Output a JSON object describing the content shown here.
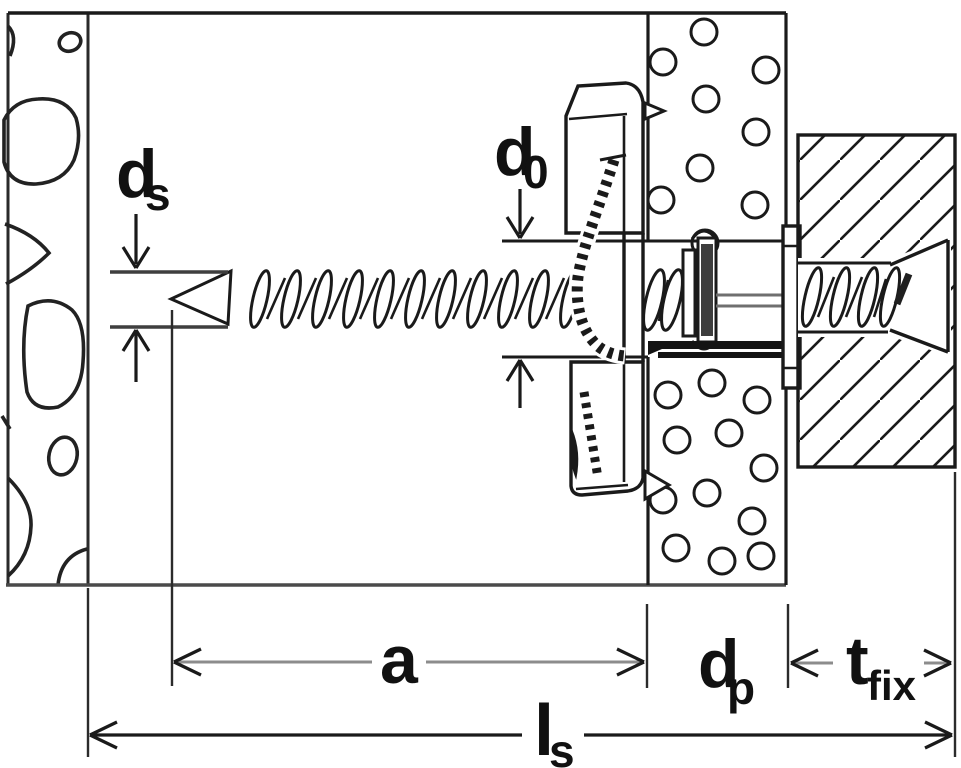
{
  "diagram": {
    "description": "Cross-section technical drawing: metal cavity fixing with long screw through a perforated panel, toggle anchor in wall cavity, hatched fixture block clamped by countersunk screw head",
    "colors": {
      "line": "#1a1a1a",
      "wall_bottom_line": "#4a4a4a",
      "dimension_tail_gray": "#8c8c8c",
      "anchor_dark_fill": "#3d3d3d",
      "background": "#ffffff"
    },
    "labels": {
      "screw_diameter": {
        "main": "d",
        "sub": "s"
      },
      "drill_diameter": {
        "main": "d",
        "sub": "0"
      },
      "anchorage_length": {
        "main": "a",
        "sub": ""
      },
      "panel_thickness": {
        "main": "d",
        "sub": "p"
      },
      "fixture_thickness": {
        "main": "t",
        "sub": "fix"
      },
      "screw_length": {
        "main": "l",
        "sub": "s"
      }
    }
  }
}
